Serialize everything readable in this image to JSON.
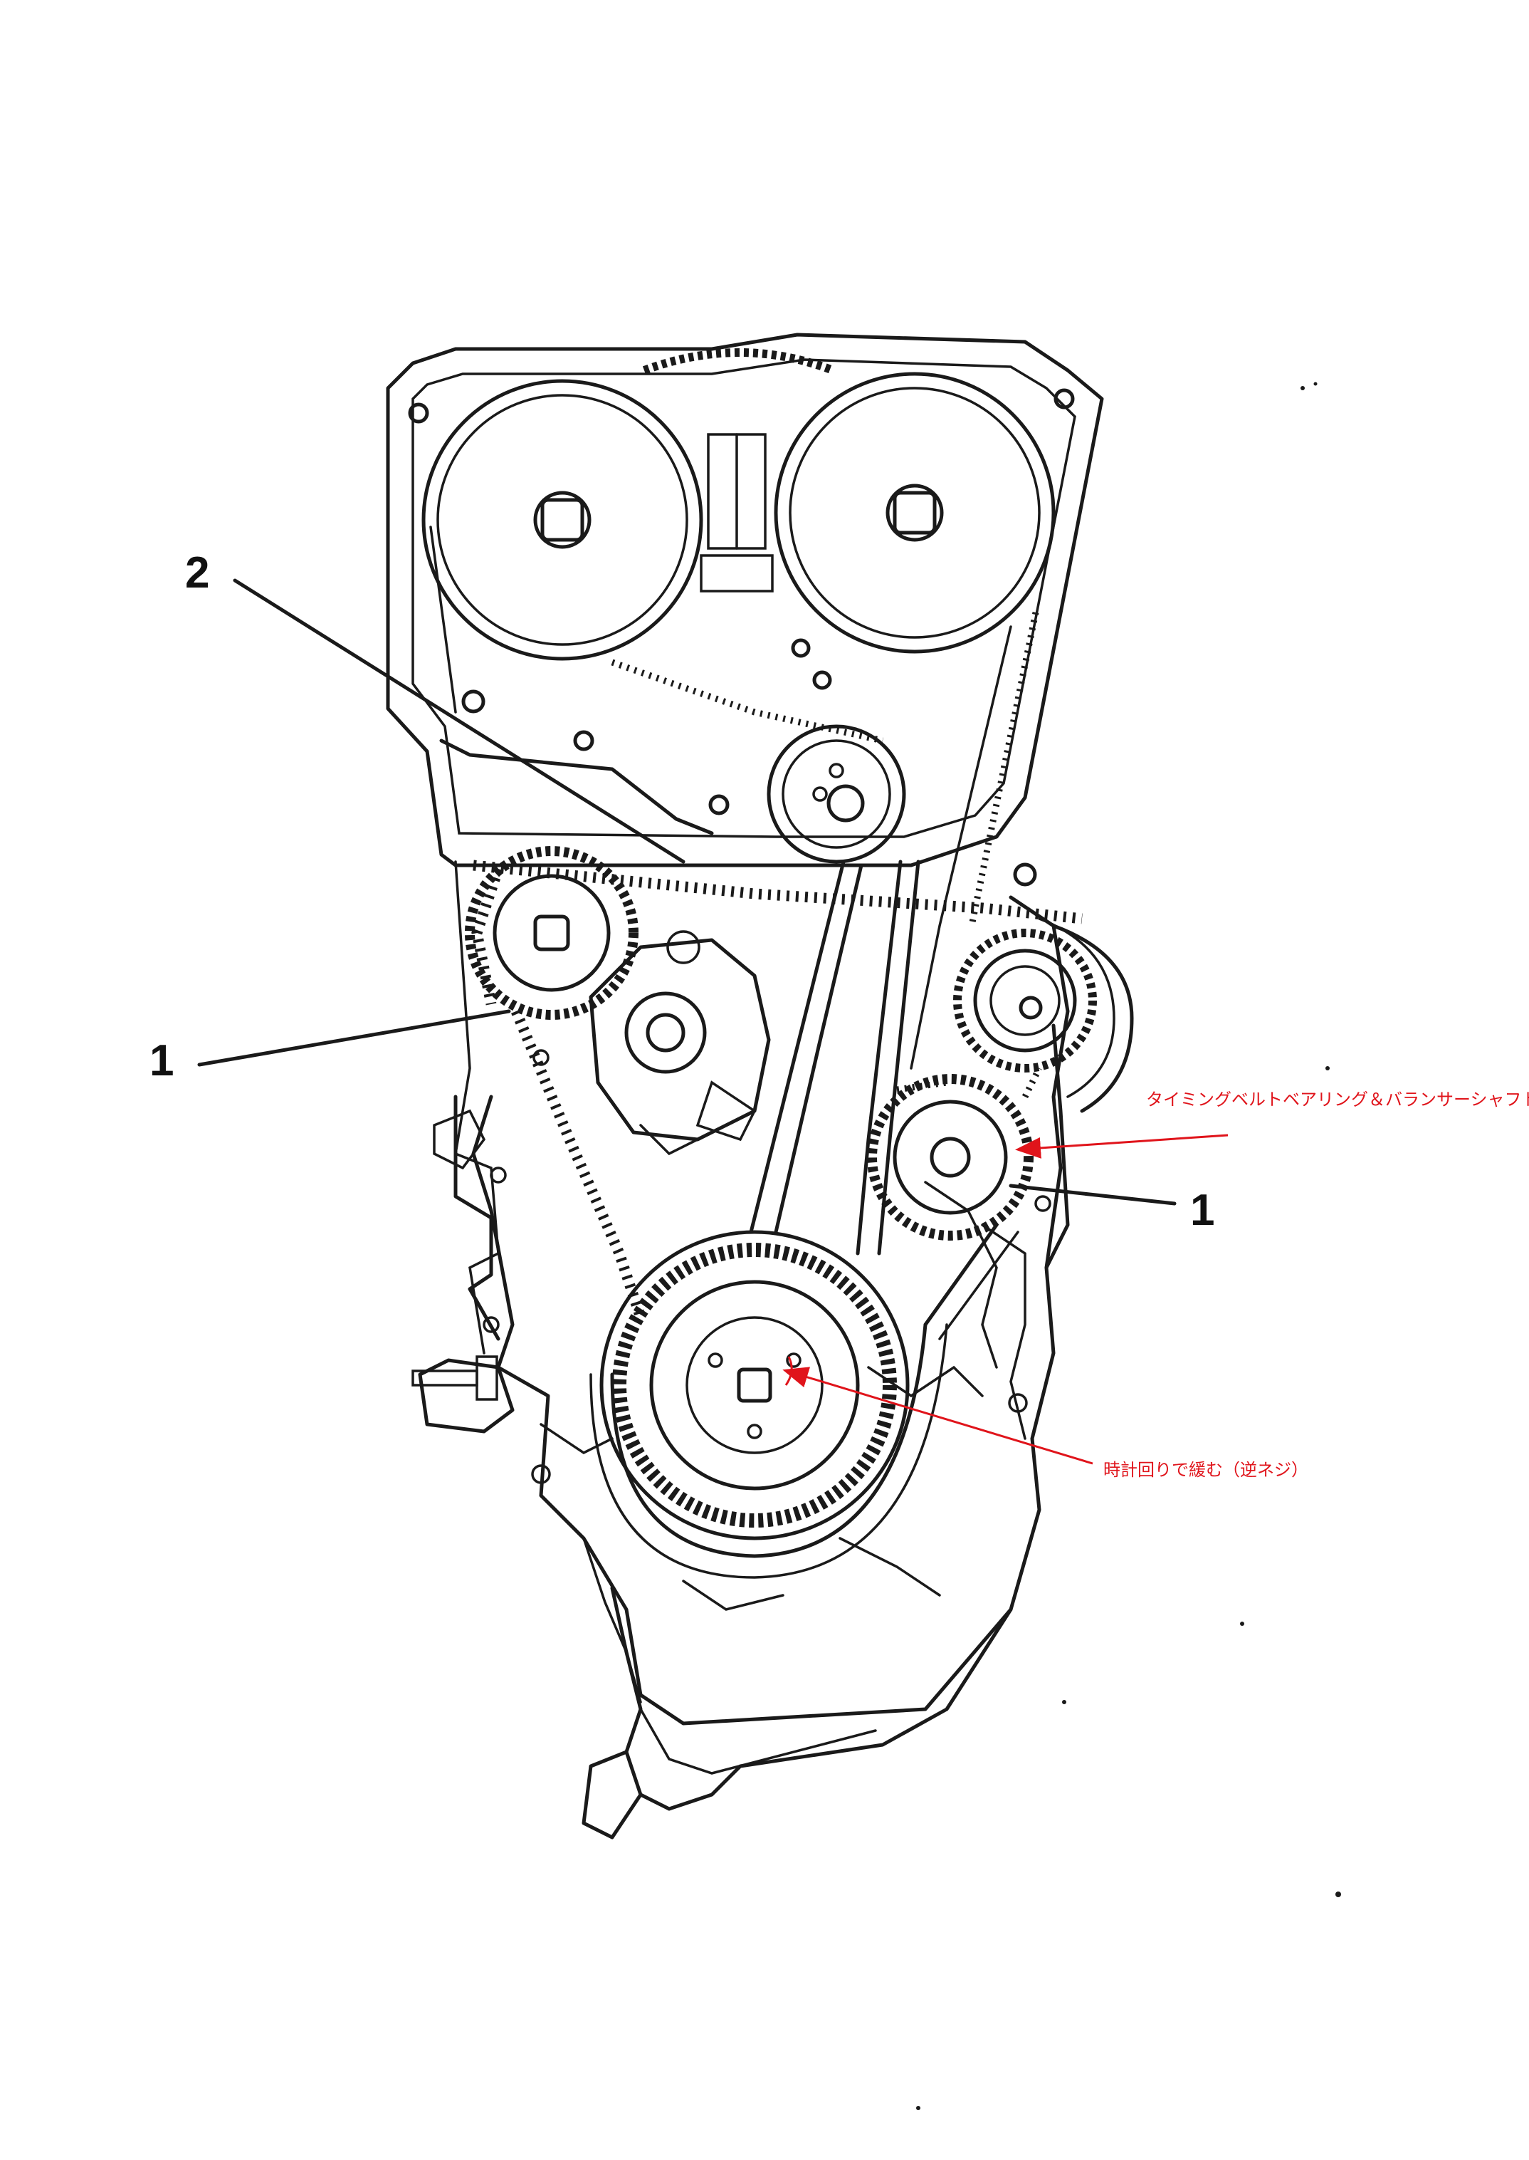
{
  "callouts": {
    "label_2": "2",
    "label_1_left": "1",
    "label_1_right": "1"
  },
  "annotations": {
    "bearing_note": "タイミングベルトベアリング＆バランサーシャフト",
    "bolt_note": "時計回りで緩む（逆ネジ）"
  },
  "colors": {
    "annotation": "#e0141b",
    "drawing": "#1a1a1a",
    "paper": "#ffffff"
  }
}
